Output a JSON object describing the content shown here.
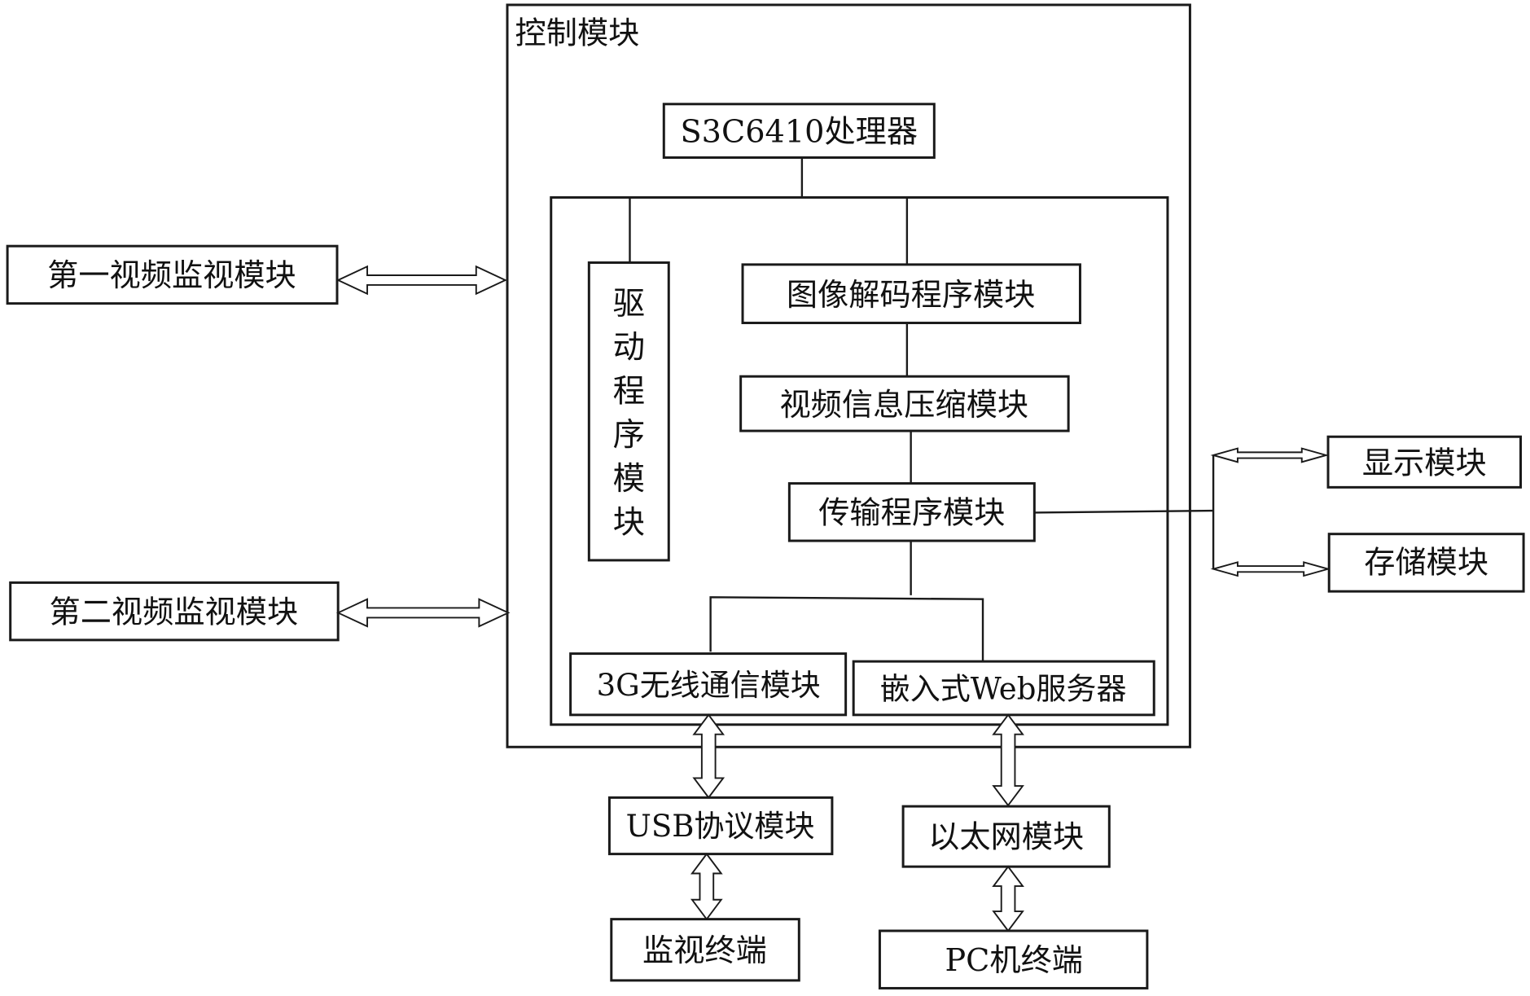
{
  "control_module": {
    "label": "控制模块"
  },
  "processor": {
    "label": "S3C6410处理器"
  },
  "driver_module": {
    "chars": [
      "驱",
      "动",
      "程",
      "序",
      "模",
      "块"
    ]
  },
  "image_decode_module": {
    "label": "图像解码程序模块"
  },
  "video_compress_module": {
    "label": "视频信息压缩模块"
  },
  "transmission_module": {
    "label": "传输程序模块"
  },
  "wireless_3g_module": {
    "label": "3G无线通信模块"
  },
  "web_server": {
    "label": "嵌入式Web服务器"
  },
  "video_monitor_1": {
    "label": "第一视频监视模块"
  },
  "video_monitor_2": {
    "label": "第二视频监视模块"
  },
  "display_module": {
    "label": "显示模块"
  },
  "storage_module": {
    "label": "存储模块"
  },
  "usb_module": {
    "label": "USB协议模块"
  },
  "ethernet_module": {
    "label": "以太网模块"
  },
  "monitor_terminal": {
    "label": "监视终端"
  },
  "pc_terminal": {
    "label": "PC机终端"
  }
}
